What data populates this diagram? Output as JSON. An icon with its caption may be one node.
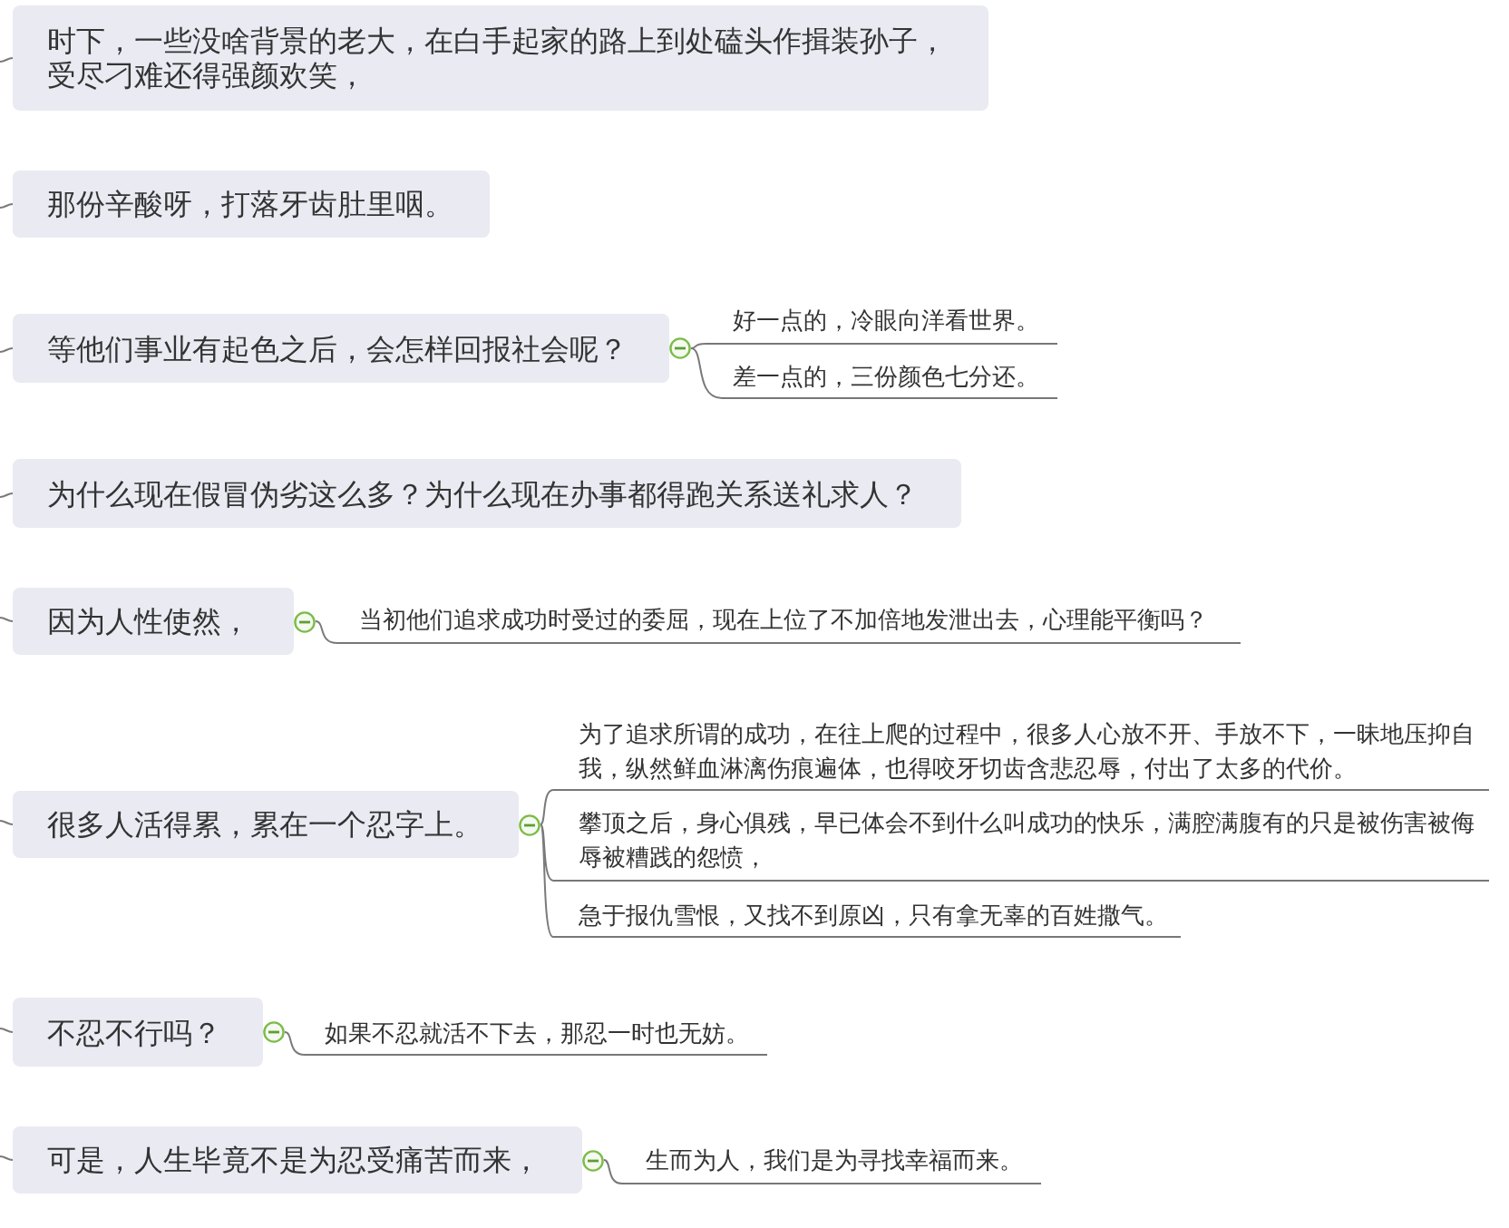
{
  "diagram": {
    "nodes": [
      {
        "text": [
          "时下，一些没啥背景的老大，在白手起家的路上到处磕头作揖装孙子，受尽刁难还得强颜欢笑，"
        ]
      },
      {
        "text": [
          "那份辛酸呀，打落牙齿肚里咽。"
        ]
      },
      {
        "text": [
          "等他们事业有起色之后，会怎样回报社会呢？"
        ]
      },
      {
        "text": [
          "好一点的，冷眼向洋看世界。"
        ]
      },
      {
        "text": [
          "差一点的，三份颜色七分还。"
        ]
      },
      {
        "text": [
          "为什么现在假冒伪劣这么多？为什么现在办事都得跑关系送礼求人？"
        ]
      },
      {
        "text": [
          "因为人性使然，"
        ]
      },
      {
        "text": [
          "当初他们追求成功时受过的委屈，现在上位了不加倍地发泄出去，心理能平衡吗？"
        ]
      },
      {
        "text": [
          "很多人活得累，累在一个忍字上。"
        ]
      },
      {
        "text": [
          "为了追求所谓的成功，在往上爬的过程中，很多人心放不开、手放不下，一昧地压抑自我，纵然鲜血淋漓伤痕遍体，也得咬牙切齿含悲忍辱，付出了太多的代价。"
        ]
      },
      {
        "text": [
          "攀顶之后，身心俱残，早已体会不到什么叫成功的快乐，满腔满腹有的只是被伤害被侮辱被糟践的怨愤，"
        ]
      },
      {
        "text": [
          "急于报仇雪恨，又找不到原凶，只有拿无辜的百姓撒气。"
        ]
      },
      {
        "text": [
          "不忍不行吗？"
        ]
      },
      {
        "text": [
          "如果不忍就活不下去，那忍一时也无妨。"
        ]
      },
      {
        "text": [
          "可是，人生毕竟不是为忍受痛苦而来，"
        ]
      },
      {
        "text": [
          "生而为人，我们是为寻找幸福而来。"
        ]
      }
    ],
    "edges": [
      {
        "from": null,
        "to": 0,
        "arrow": "none"
      },
      {
        "from": null,
        "to": 1,
        "arrow": "none"
      },
      {
        "from": null,
        "to": 2,
        "arrow": "none"
      },
      {
        "from": 2,
        "to": 3,
        "arrow": "none"
      },
      {
        "from": 2,
        "to": 4,
        "arrow": "none"
      },
      {
        "from": null,
        "to": 5,
        "arrow": "none"
      },
      {
        "from": null,
        "to": 6,
        "arrow": "none"
      },
      {
        "from": 6,
        "to": 7,
        "arrow": "none"
      },
      {
        "from": null,
        "to": 8,
        "arrow": "none"
      },
      {
        "from": 8,
        "to": 9,
        "arrow": "none"
      },
      {
        "from": 8,
        "to": 10,
        "arrow": "none"
      },
      {
        "from": 8,
        "to": 11,
        "arrow": "none"
      },
      {
        "from": null,
        "to": 12,
        "arrow": "none"
      },
      {
        "from": 12,
        "to": 13,
        "arrow": "none"
      },
      {
        "from": null,
        "to": 14,
        "arrow": "none"
      },
      {
        "from": 14,
        "to": 15,
        "arrow": "none"
      }
    ]
  }
}
